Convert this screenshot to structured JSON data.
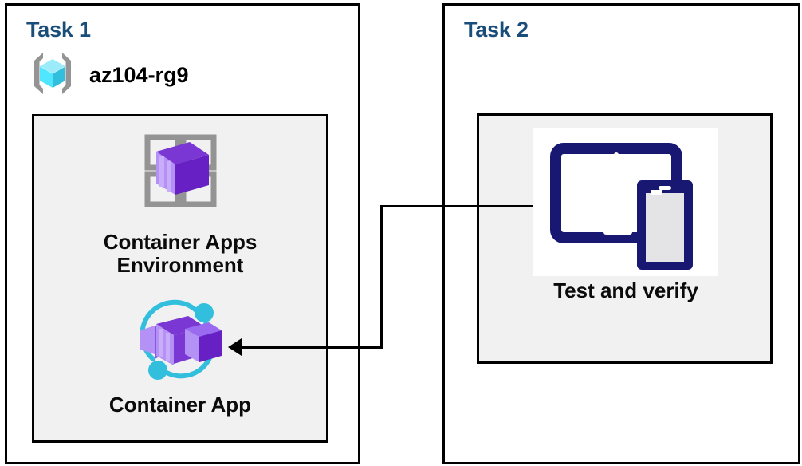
{
  "diagram": {
    "title_color": "#1a4e7a",
    "panels": [
      {
        "id": "task1",
        "title": "Task 1",
        "resource_group": {
          "label": "az104-rg9",
          "icon": "resource-group-icon"
        },
        "nodes": [
          {
            "id": "container-apps-environment",
            "label": "Container Apps\nEnvironment",
            "icon": "container-apps-environment-icon",
            "icon_colors": {
              "frame": "#949494",
              "box_light": "#a87df0",
              "box_dark": "#6620c4"
            }
          },
          {
            "id": "container-app",
            "label": "Container App",
            "icon": "container-app-icon",
            "icon_colors": {
              "accent": "#32bedd",
              "box_light": "#a87df0",
              "box_dark": "#6620c4"
            }
          }
        ]
      },
      {
        "id": "task2",
        "title": "Task 2",
        "nodes": [
          {
            "id": "test-and-verify",
            "label": "Test and verify",
            "icon": "devices-tablet-phone-icon",
            "icon_colors": {
              "device": "#181771",
              "screen": "#e4e4e6"
            }
          }
        ]
      }
    ],
    "connector": {
      "from": "test-and-verify",
      "to": "container-app",
      "direction": "arrow-left",
      "color": "#000000"
    }
  }
}
